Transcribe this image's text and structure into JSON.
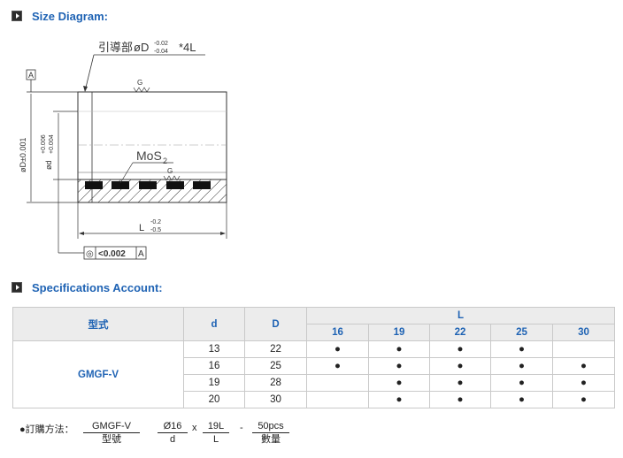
{
  "sections": {
    "size_title": "Size Diagram:",
    "spec_title": "Specifications Account:"
  },
  "diagram": {
    "guide_label": "引導部",
    "phi_D": "øD",
    "guide_tol_upper": "-0.02",
    "guide_tol_lower": "-0.04",
    "guide_suffix": "*4L",
    "datum": "A",
    "g_top": "G",
    "g_mid": "G",
    "mos2": "MoS",
    "mos2_sub": "2",
    "outer_dim": "øD±0.001",
    "inner_dim": "ød",
    "inner_tol_upper": "+0.006",
    "inner_tol_lower": "+0.004",
    "length_label": "L",
    "length_tol_upper": "-0.2",
    "length_tol_lower": "-0.5",
    "concentricity_symbol": "◎",
    "concentricity_value": "<0.002",
    "concentricity_datum": "A"
  },
  "table": {
    "headers": {
      "model": "型式",
      "d": "d",
      "D": "D",
      "L": "L"
    },
    "L_values": [
      "16",
      "19",
      "22",
      "25",
      "30"
    ],
    "model": "GMGF-V",
    "rows": [
      {
        "d": "13",
        "D": "22",
        "marks": [
          "●",
          "●",
          "●",
          "●",
          ""
        ]
      },
      {
        "d": "16",
        "D": "25",
        "marks": [
          "●",
          "●",
          "●",
          "●",
          "●"
        ]
      },
      {
        "d": "19",
        "D": "28",
        "marks": [
          "",
          "●",
          "●",
          "●",
          "●"
        ]
      },
      {
        "d": "20",
        "D": "30",
        "marks": [
          "",
          "●",
          "●",
          "●",
          "●"
        ]
      }
    ]
  },
  "order": {
    "label": "●訂購方法：",
    "model_value": "GMGF-V",
    "model_caption": "型號",
    "d_value": "Ø16",
    "d_caption": "d",
    "sep1": "x",
    "L_value": "19L",
    "L_caption": "L",
    "sep2": "-",
    "qty_value": "50pcs",
    "qty_caption": "數量"
  }
}
